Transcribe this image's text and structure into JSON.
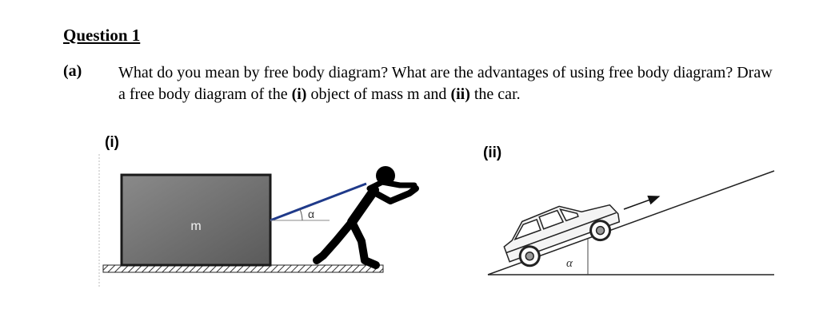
{
  "question": {
    "title": "Question 1",
    "part_label": "(a)",
    "text_1": "What do you mean by free body diagram? What are the advantages of using free body diagram? Draw a free body diagram of the ",
    "marker_i": "(i)",
    "text_2": " object of mass m and ",
    "marker_ii": "(ii)",
    "text_3": " the car."
  },
  "figures": {
    "fig_i": {
      "label": "(i)",
      "mass_label": "m",
      "angle_label": "α"
    },
    "fig_ii": {
      "label": "(ii)",
      "angle_label": "α"
    }
  },
  "colors": {
    "rope": "#1f3a8a",
    "block_fill": "#6b6b6b",
    "block_edge": "#1a1a1a"
  }
}
